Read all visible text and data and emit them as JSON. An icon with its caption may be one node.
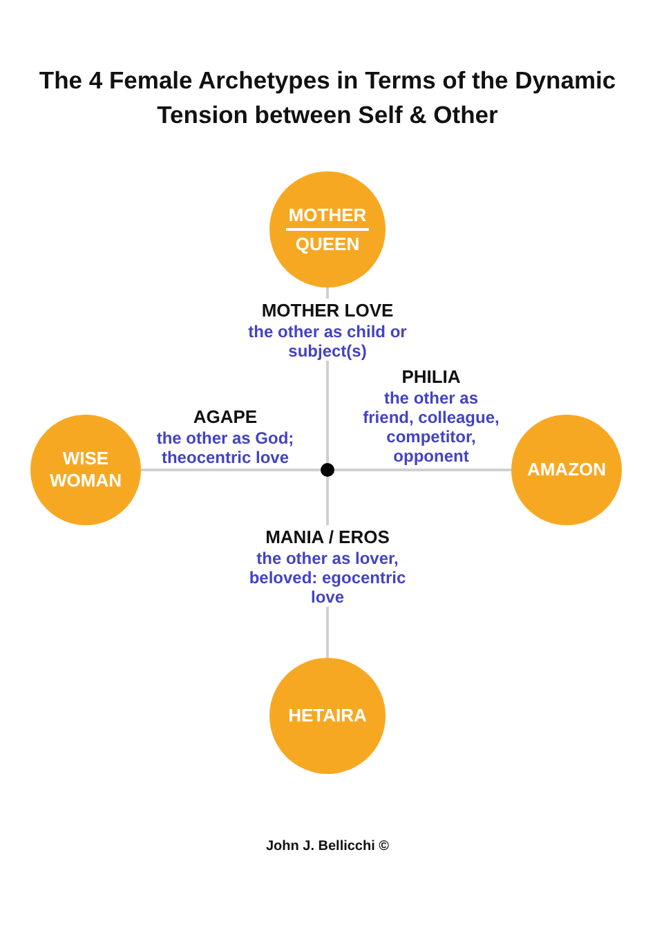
{
  "diagram": {
    "title": "The 4 Female Archetypes in Terms of the Dynamic Tension between Self & Other",
    "caption": "John J. Bellicchi ©",
    "nodes": [
      {
        "text": [],
        "shape": "circle"
      },
      {
        "text": [
          "MOTHER",
          "QUEEN"
        ]
      },
      {
        "text": [
          "WISE WOMAN"
        ]
      },
      {
        "text": [
          "AMAZON"
        ]
      },
      {
        "text": [
          "HETAIRA"
        ]
      }
    ],
    "edges": [
      {
        "from": 0,
        "to": 1,
        "arrow": "none"
      },
      {
        "from": 0,
        "to": 2,
        "arrow": "none"
      },
      {
        "from": 0,
        "to": 3,
        "arrow": "none"
      },
      {
        "from": 0,
        "to": 4,
        "arrow": "none"
      }
    ],
    "labels": [
      "MOTHER LOVE",
      "the other as child or subject(s)",
      "AGAPE",
      "the other as God; theocentric love",
      "PHILIA",
      "the other as friend, colleague, competitor, opponent",
      "MANIA / EROS",
      "the other as lover, beloved: egocentric love"
    ]
  }
}
